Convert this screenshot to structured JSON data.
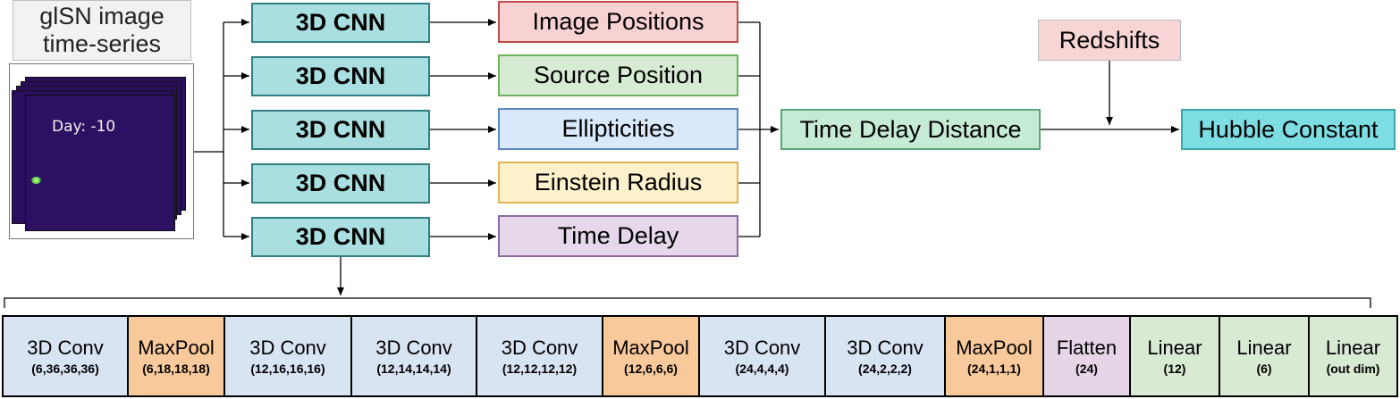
{
  "input": {
    "title_line1": "glSN image",
    "title_line2": "time-series",
    "day_label": "Day: -10"
  },
  "cnn_label": "3D CNN",
  "cnn_count": 5,
  "parameters": [
    {
      "label": "Image Positions",
      "fill": "#f8d2d2",
      "border": "#c14a4a"
    },
    {
      "label": "Source Position",
      "fill": "#d7ebd4",
      "border": "#6fb25a"
    },
    {
      "label": "Ellipticities",
      "fill": "#d9e8fb",
      "border": "#5e86c2"
    },
    {
      "label": "Einstein Radius",
      "fill": "#fdf1cb",
      "border": "#e0b455"
    },
    {
      "label": "Time Delay",
      "fill": "#e6d7ea",
      "border": "#8c6aa6"
    }
  ],
  "time_delay_distance": "Time Delay Distance",
  "redshifts": "Redshifts",
  "hubble_constant": "Hubble Constant",
  "layers": [
    {
      "name": "3D Conv",
      "dim": "(6,36,36,36)",
      "kind": "conv"
    },
    {
      "name": "MaxPool",
      "dim": "(6,18,18,18)",
      "kind": "pool"
    },
    {
      "name": "3D Conv",
      "dim": "(12,16,16,16)",
      "kind": "conv"
    },
    {
      "name": "3D Conv",
      "dim": "(12,14,14,14)",
      "kind": "conv"
    },
    {
      "name": "3D Conv",
      "dim": "(12,12,12,12)",
      "kind": "conv"
    },
    {
      "name": "MaxPool",
      "dim": "(12,6,6,6)",
      "kind": "pool"
    },
    {
      "name": "3D Conv",
      "dim": "(24,4,4,4)",
      "kind": "conv"
    },
    {
      "name": "3D Conv",
      "dim": "(24,2,2,2)",
      "kind": "conv"
    },
    {
      "name": "MaxPool",
      "dim": "(24,1,1,1)",
      "kind": "pool"
    },
    {
      "name": "Flatten",
      "dim": "(24)",
      "kind": "flat"
    },
    {
      "name": "Linear",
      "dim": "(12)",
      "kind": "lin"
    },
    {
      "name": "Linear",
      "dim": "(6)",
      "kind": "lin"
    },
    {
      "name": "Linear",
      "dim": "(out dim)",
      "kind": "lin"
    }
  ]
}
